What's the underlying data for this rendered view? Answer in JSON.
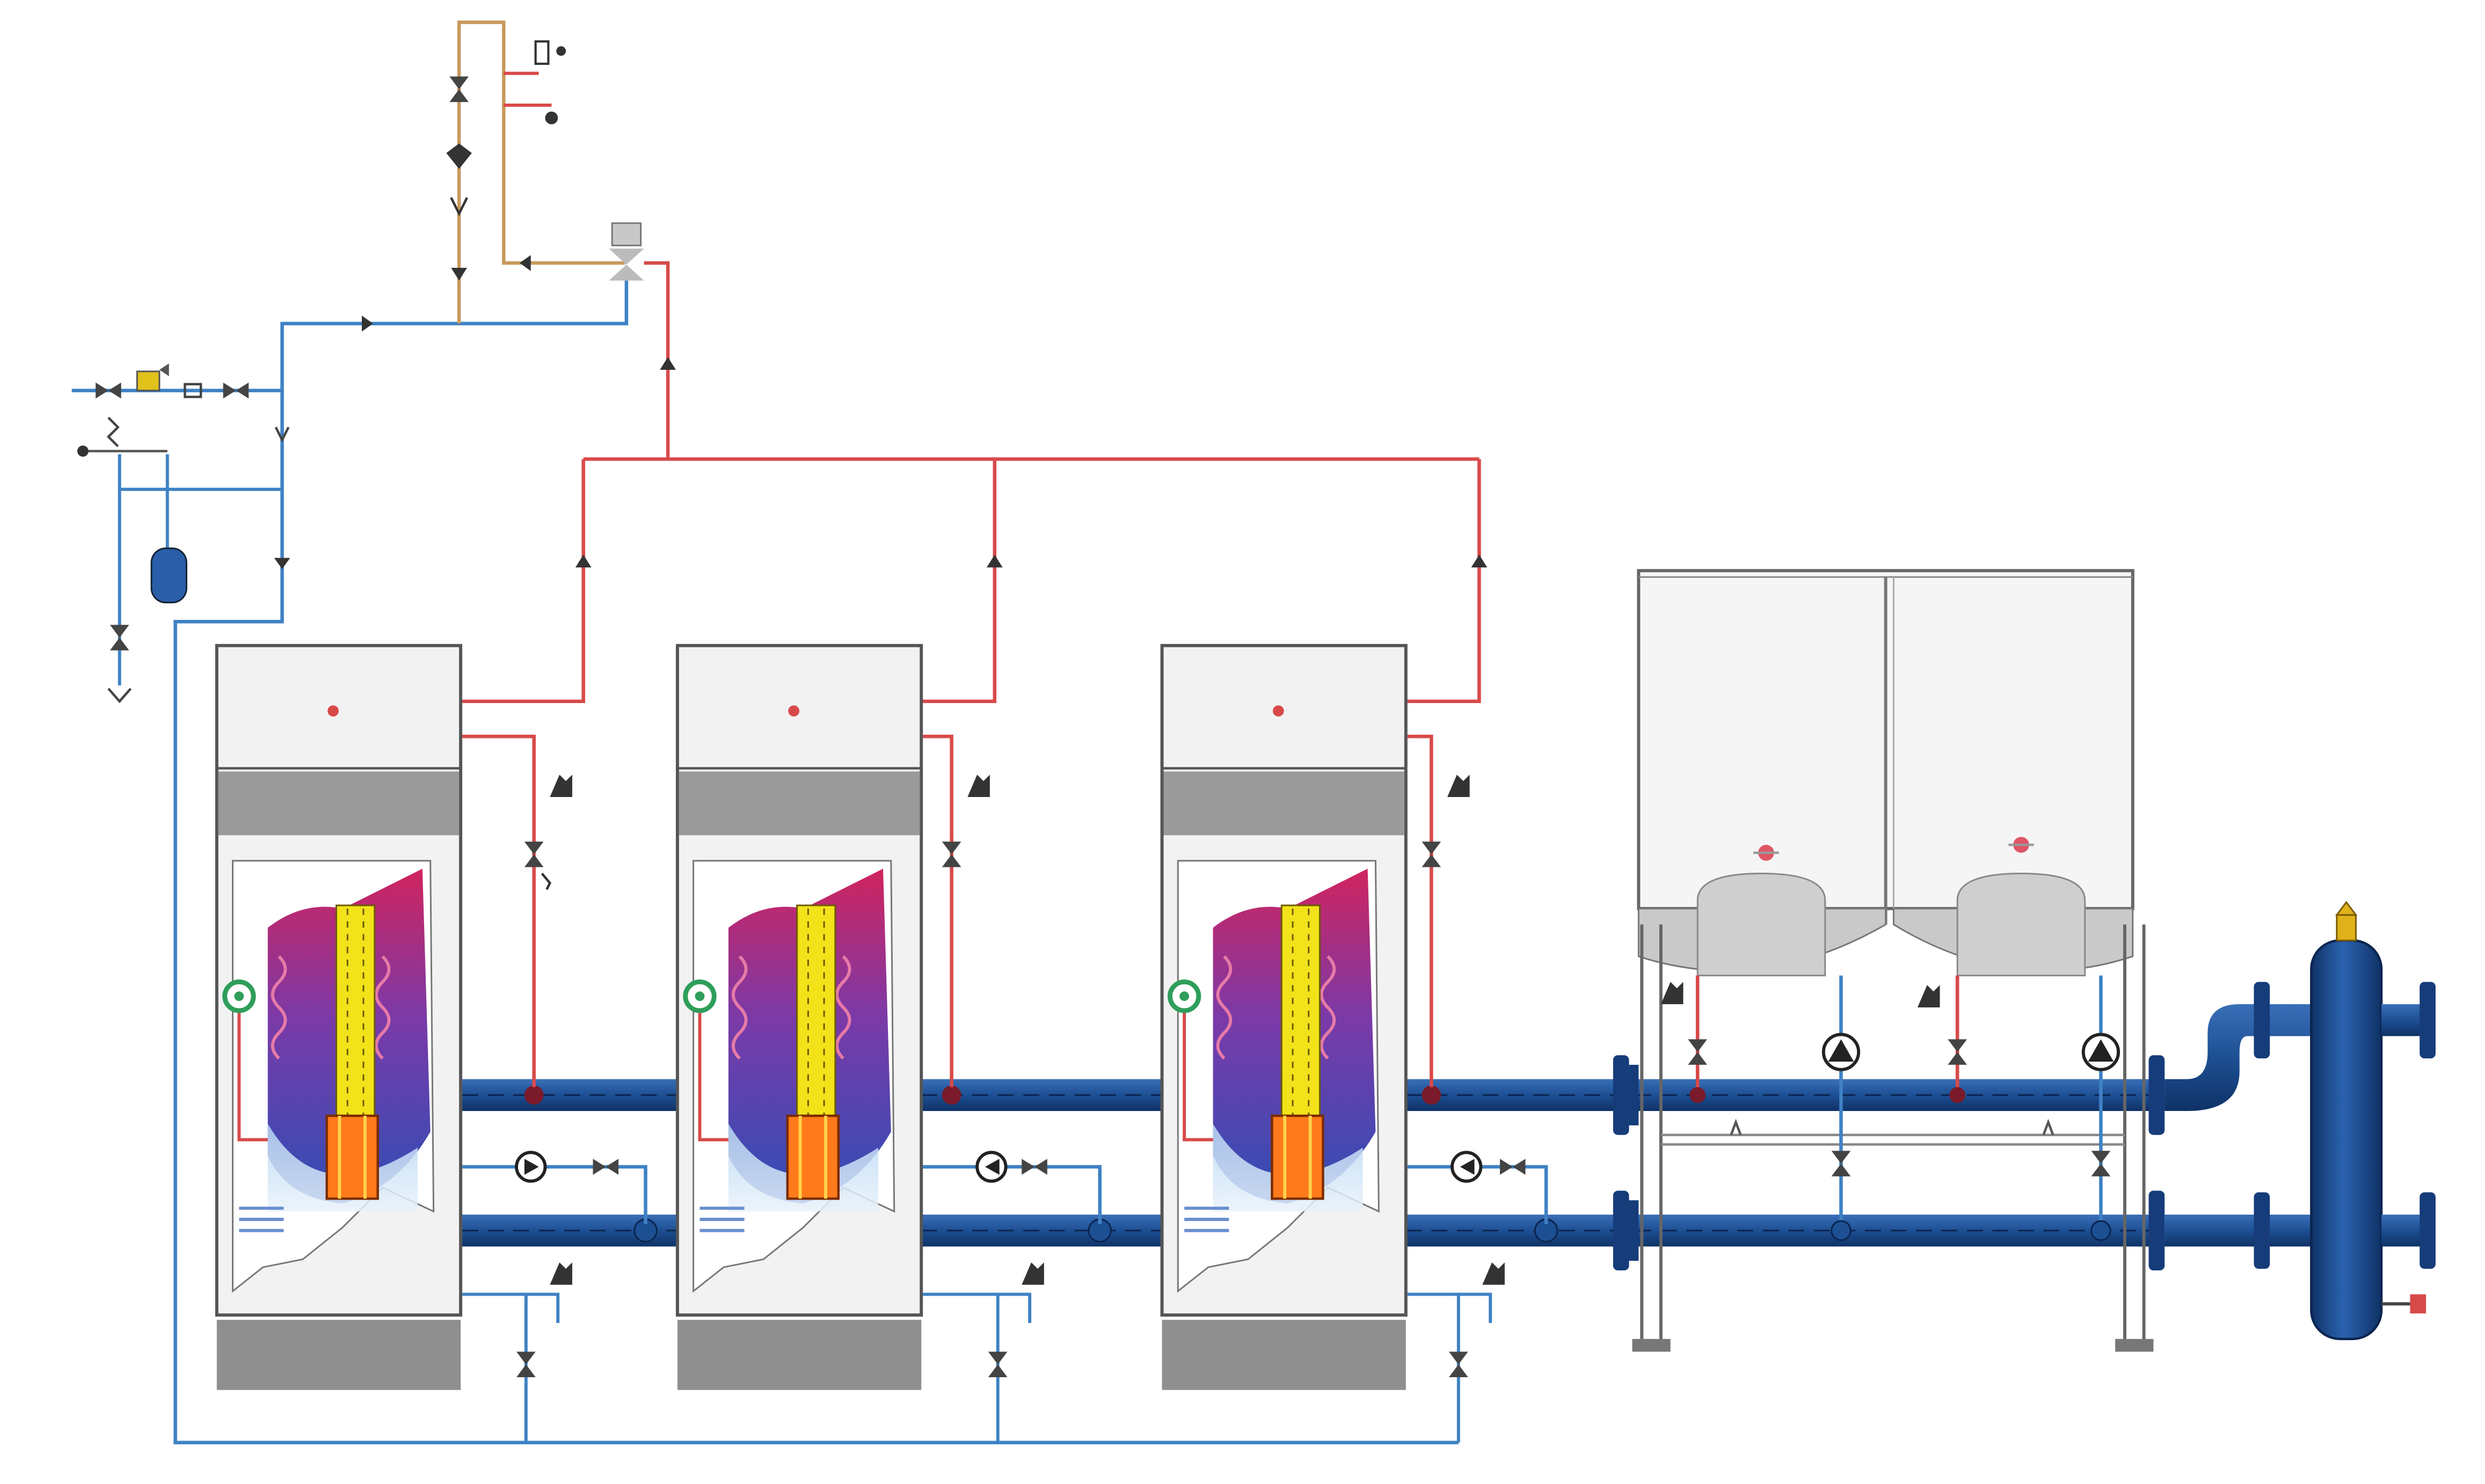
{
  "diagram": {
    "colors": {
      "background": "#ffffff",
      "supply_pipe": "#d84a4a",
      "cold_pipe": "#3f82c4",
      "header_pipe": "#1d4f93",
      "header_dark": "#0f3266",
      "fill_pipe": "#c89a5f",
      "cabinet": "#f2f2f2",
      "cabinet_edge": "#555555",
      "plinth": "#8f8f8f",
      "burner_band": "#9a9a9a",
      "heat_top": "#d0245e",
      "heat_mid": "#7a3aa8",
      "heat_bottom": "#2e4fb6",
      "element": "#f2e21a",
      "element_base": "#ff7a1a",
      "pump_green": "#2f9e5a",
      "valve": "#444444",
      "chiller_panel": "#f5f5f5",
      "chiller_dome": "#c9c9c9",
      "gauge_red": "#e05566",
      "expansion_vessel": "#2a5ea8",
      "vent": "#e0b21a"
    },
    "icons": [
      "gate-valve-icon",
      "check-valve-icon",
      "pump-icon",
      "safety-valve-icon",
      "air-vent-icon",
      "pressure-gauge-icon",
      "thermometer-icon",
      "drain-icon",
      "expansion-vessel-icon",
      "flange-icon",
      "mixing-valve-icon"
    ],
    "units": {
      "boilers": 3,
      "chiller_modules": 2,
      "hydraulic_separator": 1
    }
  }
}
